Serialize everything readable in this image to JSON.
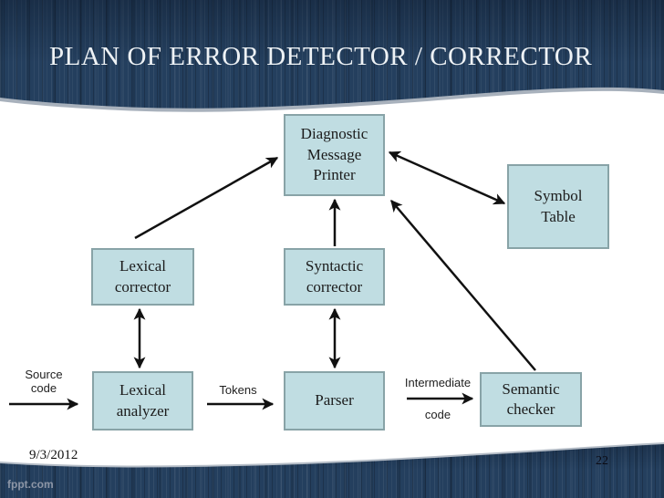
{
  "slide": {
    "title": "PLAN OF ERROR DETECTOR / CORRECTOR",
    "date": "9/3/2012",
    "page_number": "22",
    "watermark": "fppt.com"
  },
  "colors": {
    "background_blue": "#243f5e",
    "node_fill": "#c0dde2",
    "node_border": "#88a3a7",
    "title_text": "#eef2f5",
    "arrow": "#111111"
  },
  "diagram": {
    "nodes": [
      {
        "id": "diagnostic-message-printer",
        "label": "Diagnostic\nMessage\nPrinter"
      },
      {
        "id": "symbol-table",
        "label": "Symbol\nTable"
      },
      {
        "id": "lexical-corrector",
        "label": "Lexical\ncorrector"
      },
      {
        "id": "syntactic-corrector",
        "label": "Syntactic\ncorrector"
      },
      {
        "id": "lexical-analyzer",
        "label": "Lexical\nanalyzer"
      },
      {
        "id": "parser",
        "label": "Parser"
      },
      {
        "id": "semantic-checker",
        "label": "Semantic\nchecker"
      }
    ],
    "edge_labels": {
      "source_code": "Source\ncode",
      "tokens": "Tokens",
      "intermediate_top": "Intermediate",
      "intermediate_bottom": "code"
    },
    "edges": [
      {
        "from": "source-code",
        "to": "lexical-analyzer",
        "arrow": "single",
        "label": "Source code"
      },
      {
        "from": "lexical-analyzer",
        "to": "parser",
        "arrow": "single",
        "label": "Tokens"
      },
      {
        "from": "parser",
        "to": "semantic-checker",
        "arrow": "single",
        "label": "Intermediate code"
      },
      {
        "from": "lexical-analyzer",
        "to": "lexical-corrector",
        "arrow": "double"
      },
      {
        "from": "parser",
        "to": "syntactic-corrector",
        "arrow": "double"
      },
      {
        "from": "syntactic-corrector",
        "to": "diagnostic-message-printer",
        "arrow": "single"
      },
      {
        "from": "lexical-corrector",
        "to": "diagnostic-message-printer",
        "arrow": "single"
      },
      {
        "from": "diagnostic-message-printer",
        "to": "symbol-table",
        "arrow": "double"
      },
      {
        "from": "semantic-checker",
        "to": "diagnostic-message-printer",
        "arrow": "single"
      }
    ]
  }
}
